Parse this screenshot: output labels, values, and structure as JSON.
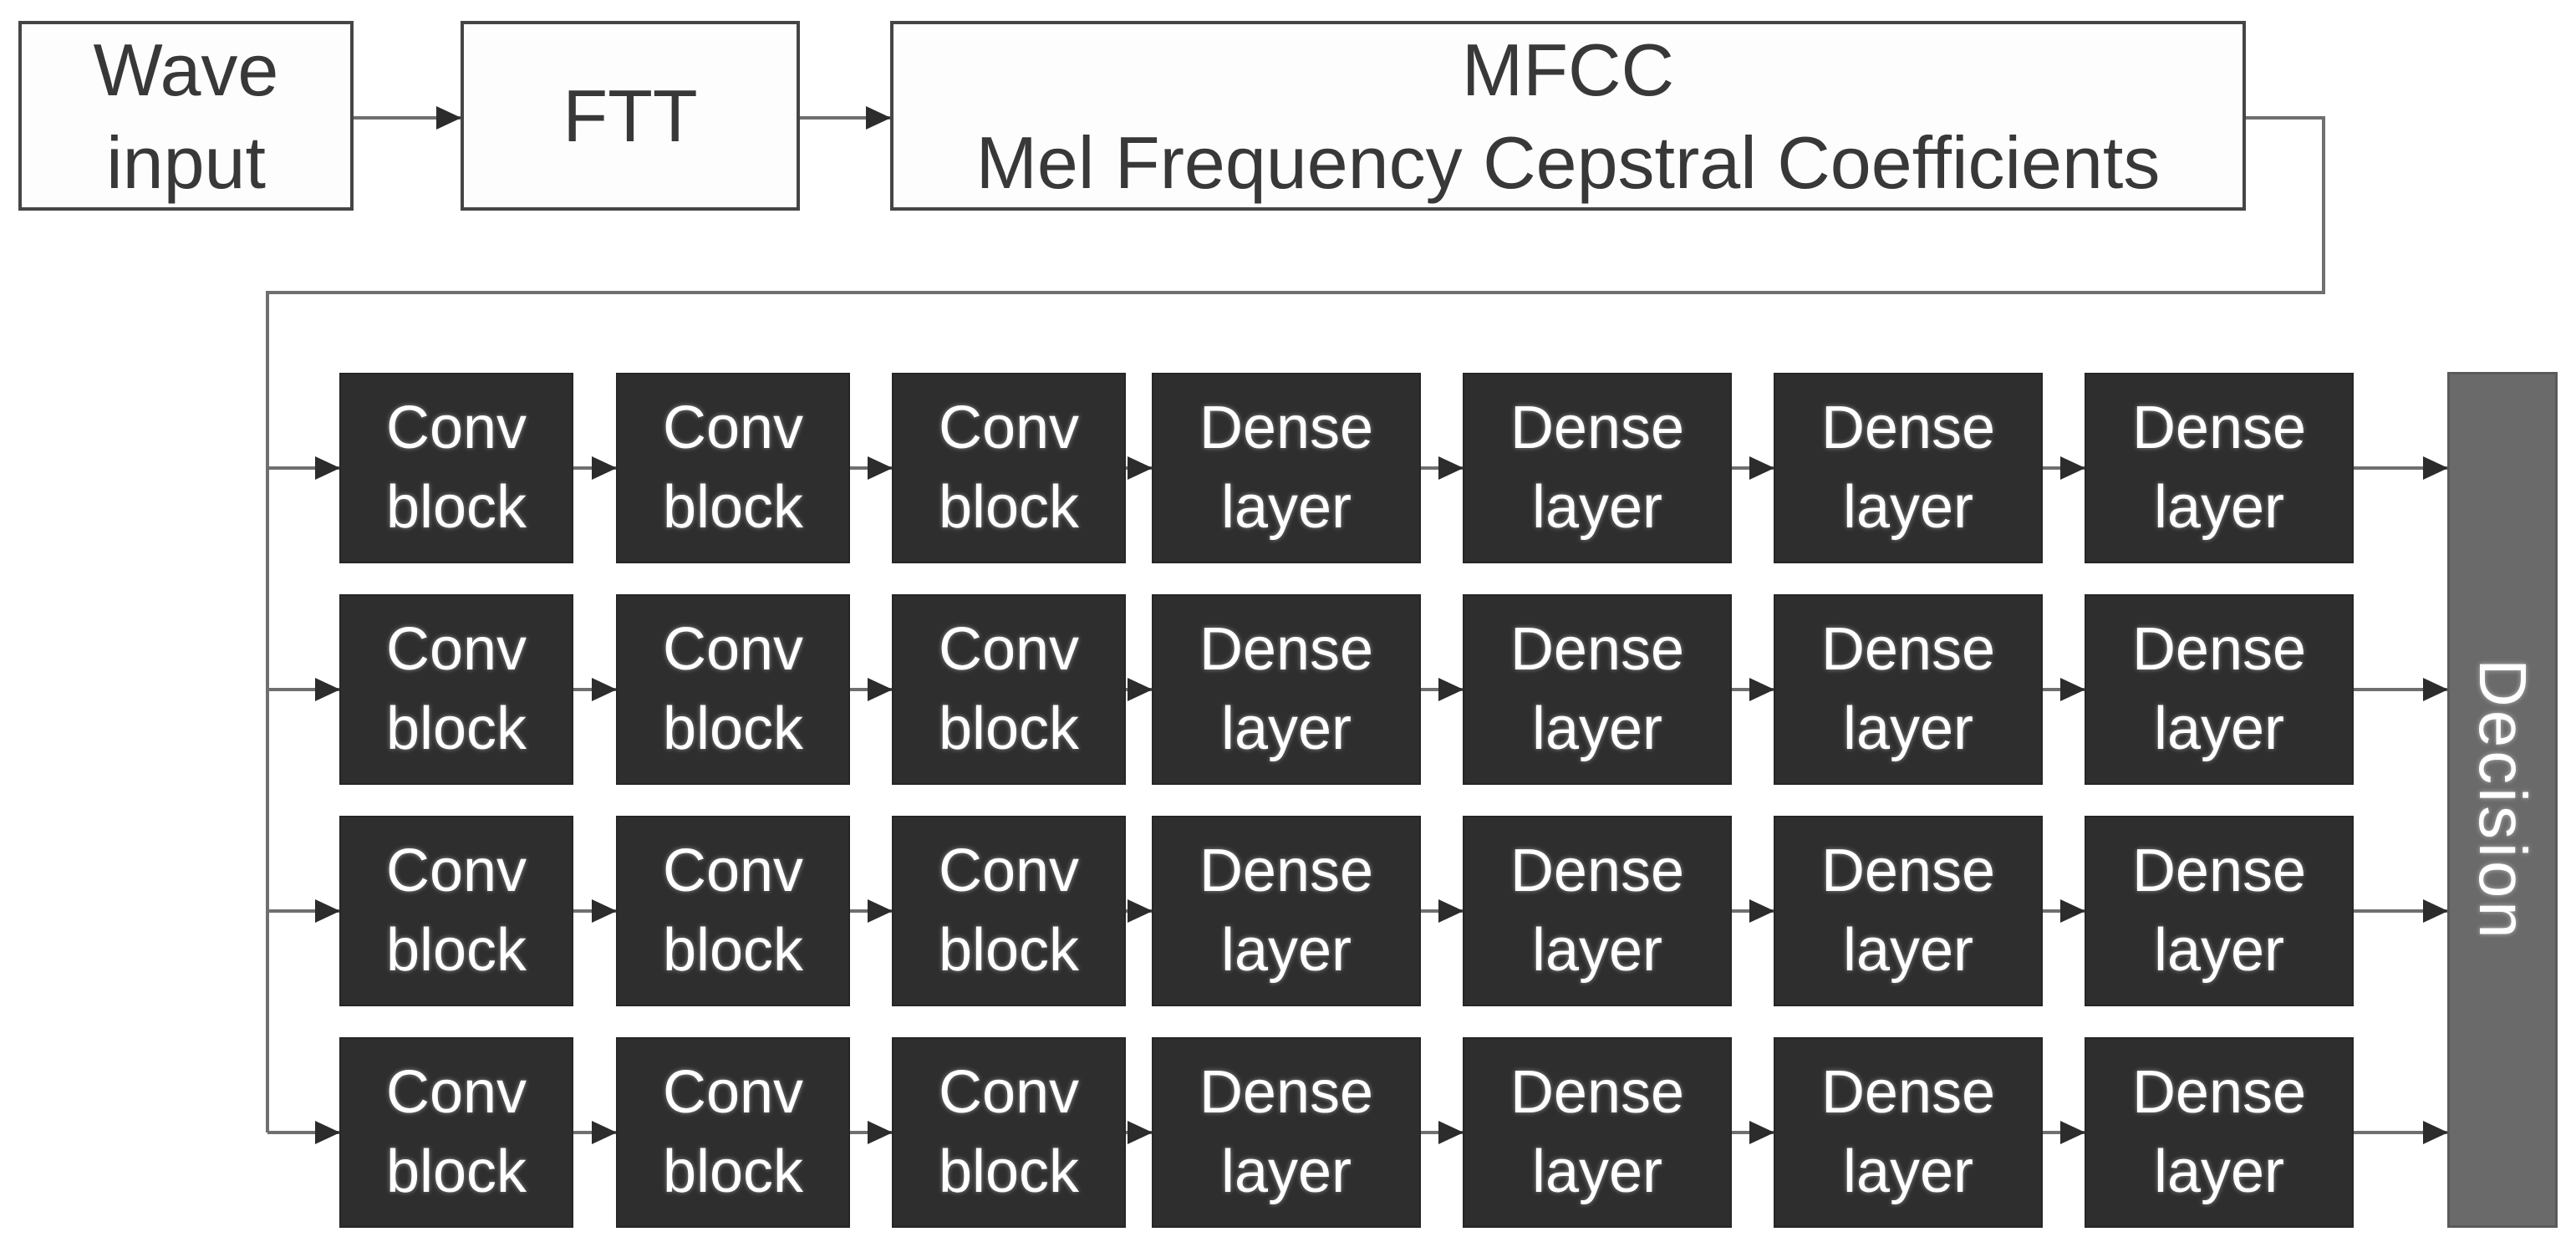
{
  "pipeline": {
    "wave_input": {
      "label": "Wave\ninput"
    },
    "ftt": {
      "label": "FTT"
    },
    "mfcc": {
      "label": "MFCC\nMel Frequency Cepstral Coefficients"
    }
  },
  "grid": {
    "rows": [
      {
        "cells": [
          {
            "type": "conv",
            "label": "Conv\nblock"
          },
          {
            "type": "conv",
            "label": "Conv\nblock"
          },
          {
            "type": "conv",
            "label": "Conv\nblock"
          },
          {
            "type": "dense",
            "label": "Dense\nlayer"
          },
          {
            "type": "dense",
            "label": "Dense\nlayer"
          },
          {
            "type": "dense",
            "label": "Dense\nlayer"
          },
          {
            "type": "dense",
            "label": "Dense\nlayer"
          }
        ]
      },
      {
        "cells": [
          {
            "type": "conv",
            "label": "Conv\nblock"
          },
          {
            "type": "conv",
            "label": "Conv\nblock"
          },
          {
            "type": "conv",
            "label": "Conv\nblock"
          },
          {
            "type": "dense",
            "label": "Dense\nlayer"
          },
          {
            "type": "dense",
            "label": "Dense\nlayer"
          },
          {
            "type": "dense",
            "label": "Dense\nlayer"
          },
          {
            "type": "dense",
            "label": "Dense\nlayer"
          }
        ]
      },
      {
        "cells": [
          {
            "type": "conv",
            "label": "Conv\nblock"
          },
          {
            "type": "conv",
            "label": "Conv\nblock"
          },
          {
            "type": "conv",
            "label": "Conv\nblock"
          },
          {
            "type": "dense",
            "label": "Dense\nlayer"
          },
          {
            "type": "dense",
            "label": "Dense\nlayer"
          },
          {
            "type": "dense",
            "label": "Dense\nlayer"
          },
          {
            "type": "dense",
            "label": "Dense\nlayer"
          }
        ]
      },
      {
        "cells": [
          {
            "type": "conv",
            "label": "Conv\nblock"
          },
          {
            "type": "conv",
            "label": "Conv\nblock"
          },
          {
            "type": "conv",
            "label": "Conv\nblock"
          },
          {
            "type": "dense",
            "label": "Dense\nlayer"
          },
          {
            "type": "dense",
            "label": "Dense\nlayer"
          },
          {
            "type": "dense",
            "label": "Dense\nlayer"
          },
          {
            "type": "dense",
            "label": "Dense\nlayer"
          }
        ]
      }
    ]
  },
  "decision": {
    "label": "Decision"
  },
  "colors": {
    "block_fill": "#2e2e2e",
    "block_text": "#ffffff",
    "decision_fill": "#6a6a6a",
    "io_fill": "#fdfdfd",
    "io_border": "#454545",
    "io_text": "#383838",
    "connector_line": "#6f6f6f",
    "arrowhead": "#2c2c2c"
  }
}
